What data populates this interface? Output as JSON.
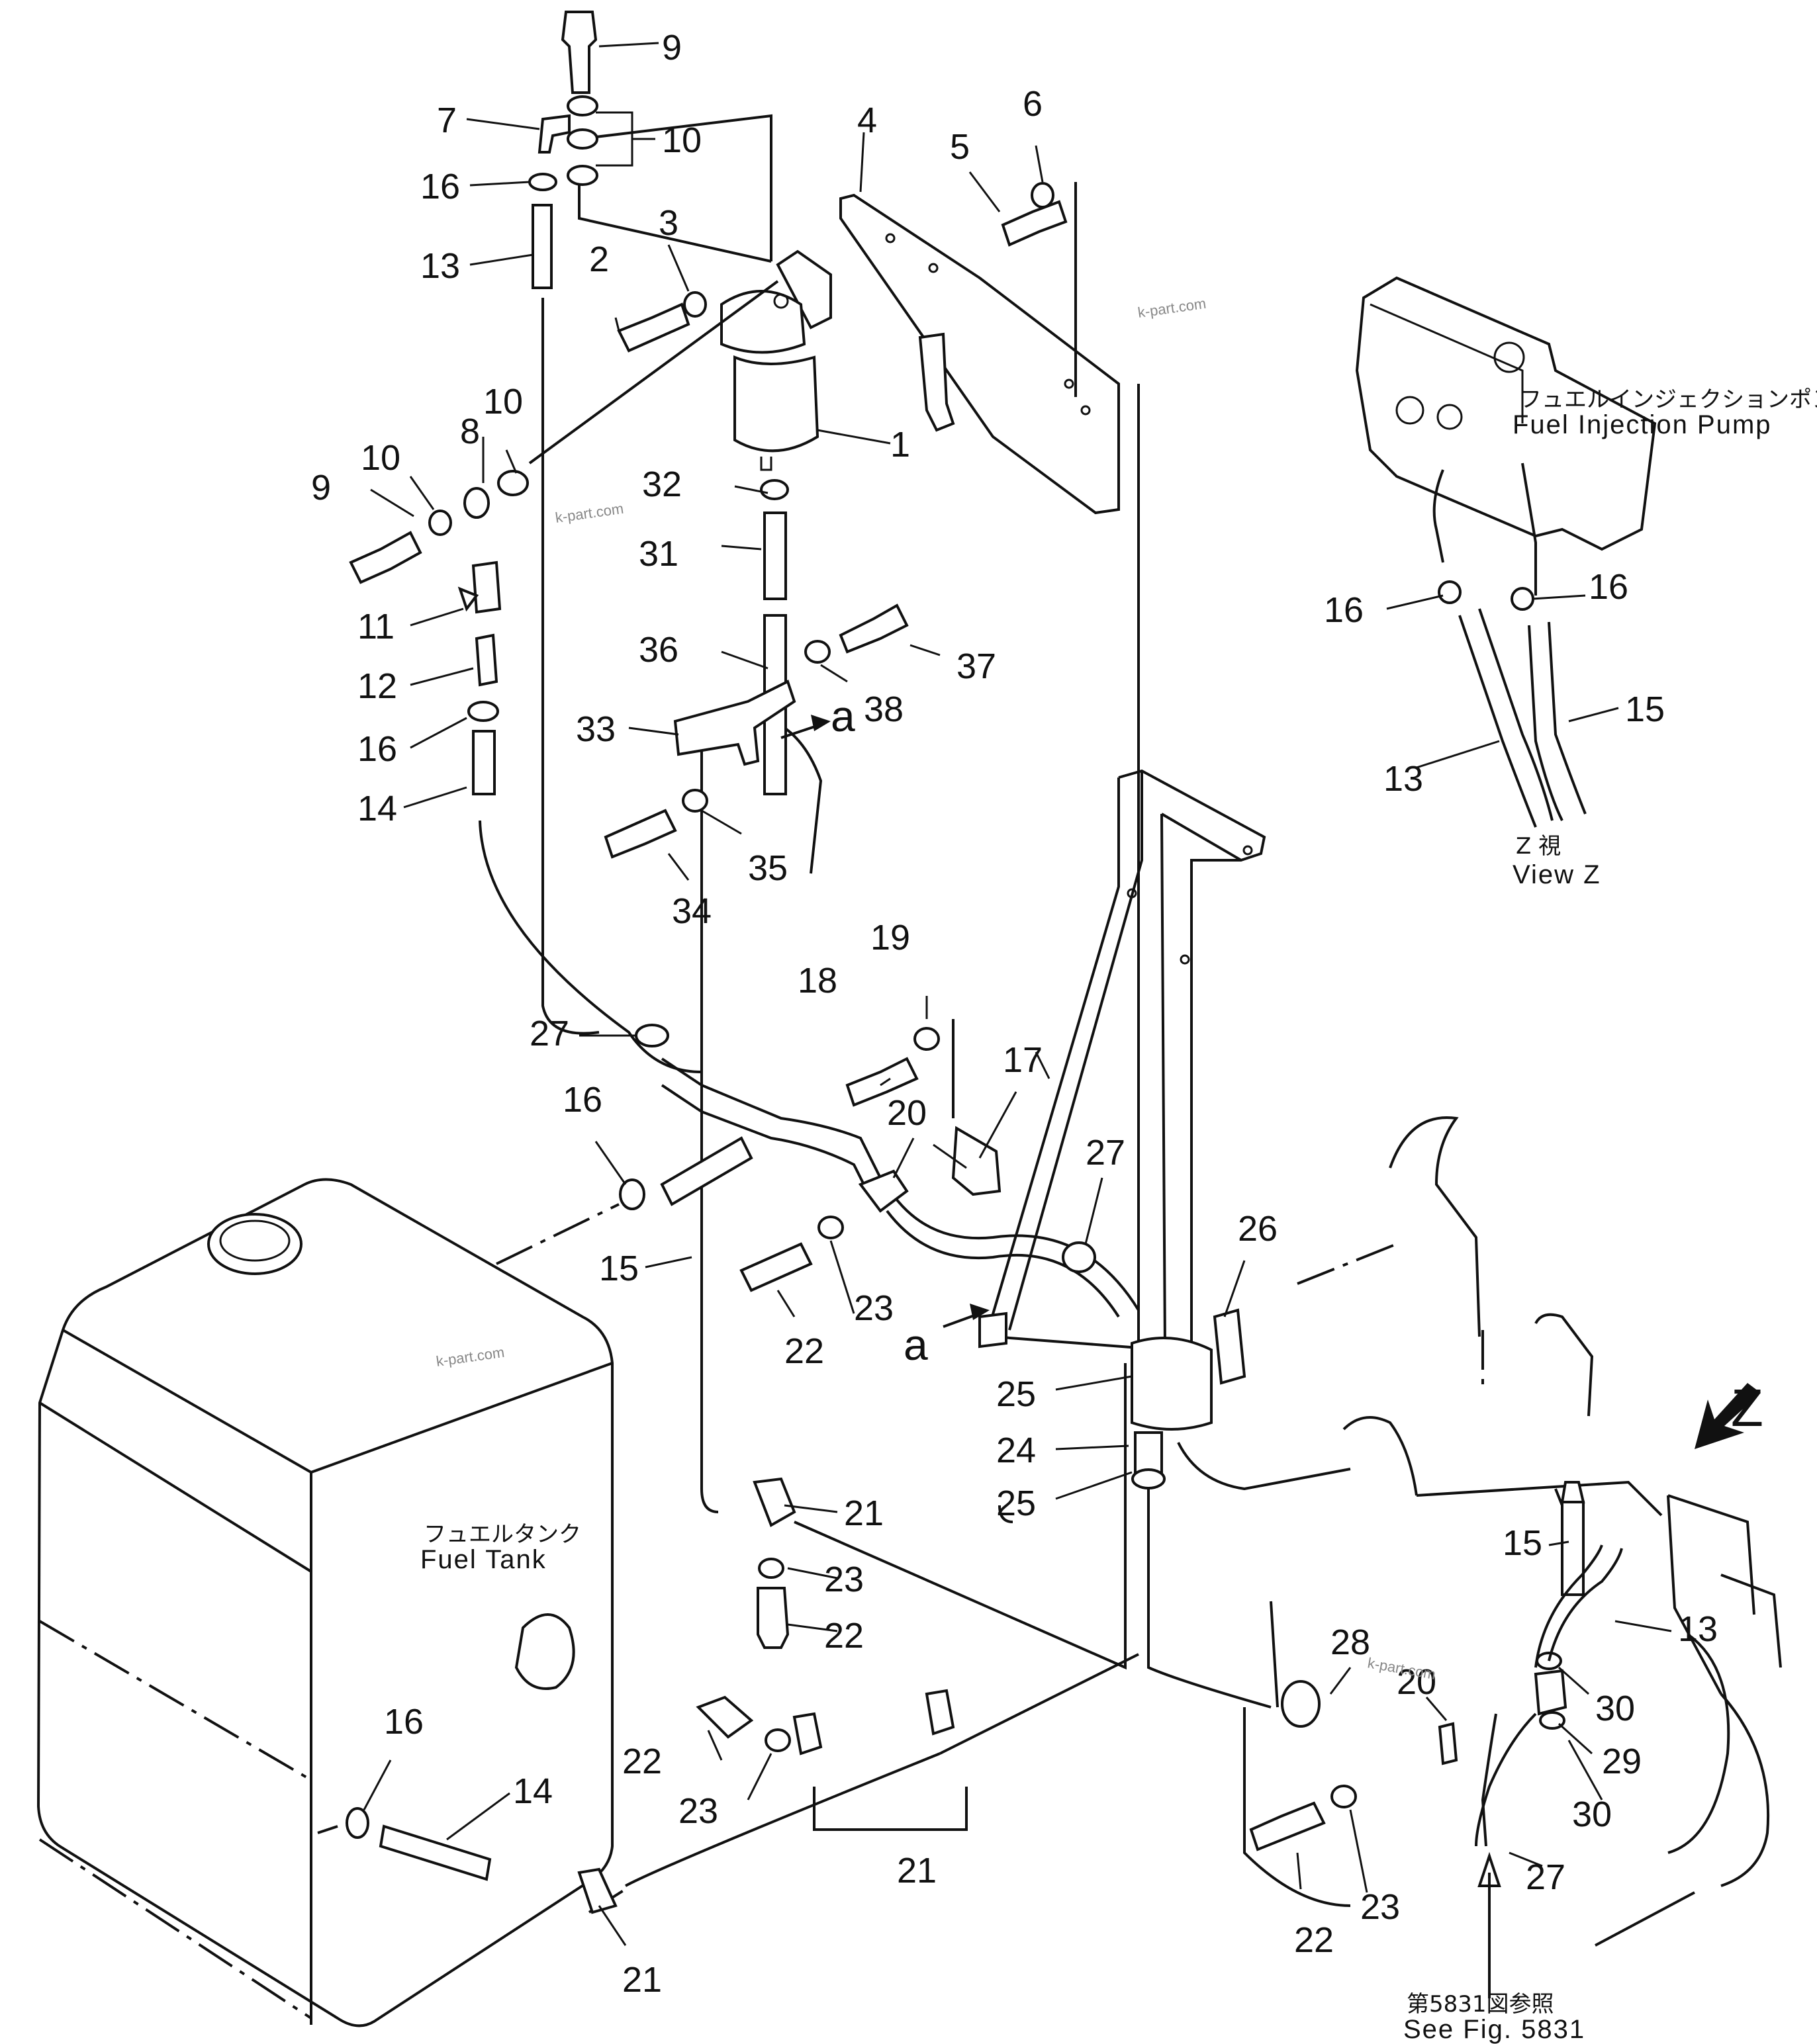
{
  "callouts": {
    "n1": "1",
    "n2": "2",
    "n3": "3",
    "n4": "4",
    "n5": "5",
    "n6": "6",
    "n7": "7",
    "n8": "8",
    "n9a": "9",
    "n9b": "9",
    "n10a": "10",
    "n10b": "10",
    "n10c": "10",
    "n11": "11",
    "n12": "12",
    "n13a": "13",
    "n13b": "13",
    "n13c": "13",
    "n14a": "14",
    "n14b": "14",
    "n15a": "15",
    "n15b": "15",
    "n15c": "15",
    "n16a": "16",
    "n16b": "16",
    "n16c": "16",
    "n16d": "16",
    "n16e": "16",
    "n16f": "16",
    "n17": "17",
    "n18": "18",
    "n19": "19",
    "n20a": "20",
    "n20b": "20",
    "n21a": "21",
    "n21b": "21",
    "n21c": "21",
    "n22a": "22",
    "n22b": "22",
    "n22c": "22",
    "n22d": "22",
    "n23a": "23",
    "n23b": "23",
    "n23c": "23",
    "n23d": "23",
    "n24": "24",
    "n25a": "25",
    "n25b": "25",
    "n26": "26",
    "n27a": "27",
    "n27b": "27",
    "n27c": "27",
    "n28": "28",
    "n29": "29",
    "n30a": "30",
    "n30b": "30",
    "n31": "31",
    "n32": "32",
    "n33": "33",
    "n34": "34",
    "n35": "35",
    "n36": "36",
    "n37": "37",
    "n38": "38"
  },
  "markers": {
    "a_top": "a",
    "a_bottom": "a",
    "z": "Z"
  },
  "labels": {
    "pump_jp": "フュエルインジェクションポンプ",
    "pump_en": "Fuel  Injection  Pump",
    "view_jp": "Z  視",
    "view_en": "View  Z",
    "tank_jp": "フュエルタンク",
    "tank_en": "Fuel  Tank",
    "fig_jp": "第5831図参照",
    "fig_en": "See  Fig.  5831"
  },
  "watermark": {
    "w1": "k-part.com",
    "w2": "k-part.com",
    "w3": "k-part.com",
    "w4": "k-part.com"
  }
}
